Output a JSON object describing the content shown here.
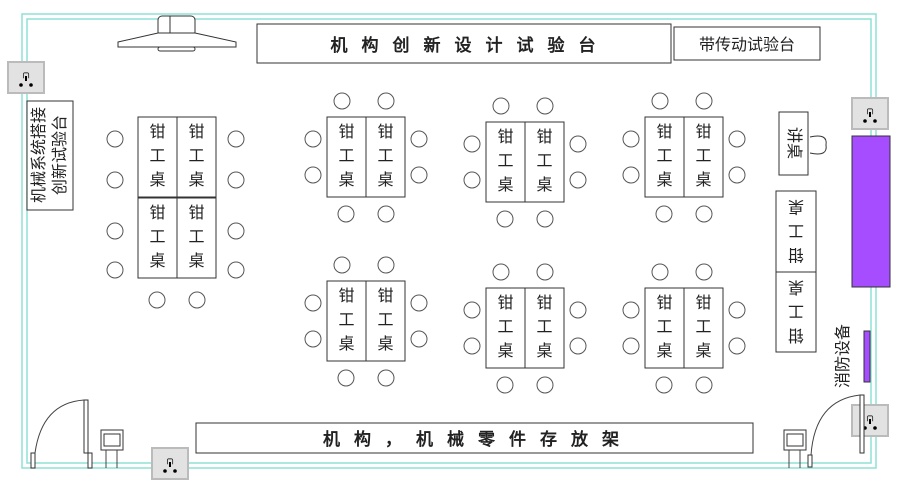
{
  "title_top": "机构创新设计试验台",
  "belt_test": "带传动试验台",
  "storage_rack": "机构，机械零件存放架",
  "left_station": [
    "机械系统搭接",
    "创新试验台"
  ],
  "bench_label": [
    "钳",
    "工",
    "桌"
  ],
  "lectern": "讲桌",
  "fire_label": "消防设备",
  "colors": {
    "wall": "#8fe0d6",
    "cabinet": "#a64dff"
  }
}
